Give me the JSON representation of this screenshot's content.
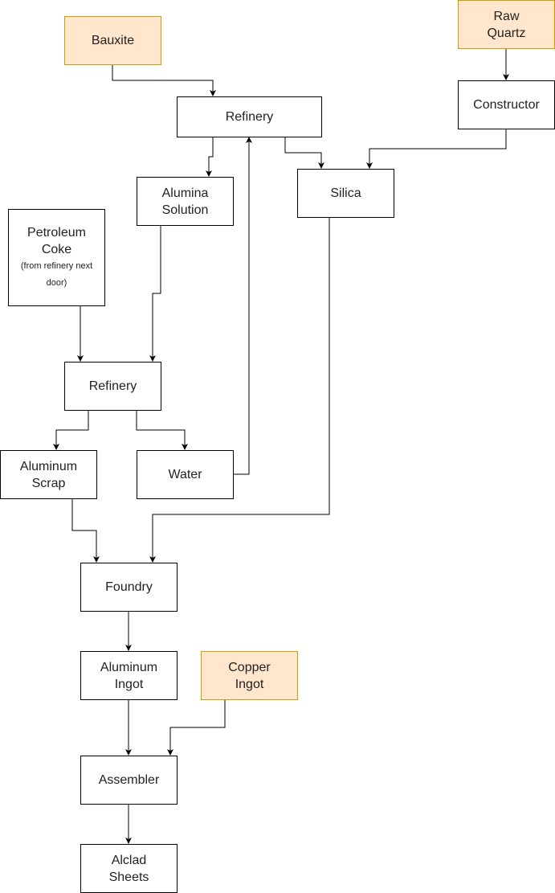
{
  "diagram": {
    "title": "",
    "colors": {
      "raw_fill": "#ffe6cc",
      "raw_stroke": "#d79b00",
      "node_stroke": "#000000"
    },
    "nodes": [
      {
        "id": "bauxite",
        "lines": [
          "Bauxite"
        ],
        "kind": "raw"
      },
      {
        "id": "raw-quartz",
        "lines": [
          "Raw",
          "Quartz"
        ],
        "kind": "raw"
      },
      {
        "id": "refinery-1",
        "lines": [
          "Refinery"
        ],
        "kind": "machine"
      },
      {
        "id": "constructor",
        "lines": [
          "Constructor"
        ],
        "kind": "machine"
      },
      {
        "id": "alumina-solution",
        "lines": [
          "Alumina",
          "Solution"
        ],
        "kind": "item"
      },
      {
        "id": "silica",
        "lines": [
          "Silica"
        ],
        "kind": "item"
      },
      {
        "id": "petroleum-coke",
        "lines": [
          "Petroleum",
          "Coke"
        ],
        "note": [
          "(from refinery next",
          "door)"
        ],
        "kind": "item"
      },
      {
        "id": "refinery-2",
        "lines": [
          "Refinery"
        ],
        "kind": "machine"
      },
      {
        "id": "aluminum-scrap",
        "lines": [
          "Aluminum",
          "Scrap"
        ],
        "kind": "item"
      },
      {
        "id": "water",
        "lines": [
          "Water"
        ],
        "kind": "item"
      },
      {
        "id": "foundry",
        "lines": [
          "Foundry"
        ],
        "kind": "machine"
      },
      {
        "id": "aluminum-ingot",
        "lines": [
          "Aluminum",
          "Ingot"
        ],
        "kind": "item"
      },
      {
        "id": "copper-ingot",
        "lines": [
          "Copper",
          "Ingot"
        ],
        "kind": "raw"
      },
      {
        "id": "assembler",
        "lines": [
          "Assembler"
        ],
        "kind": "machine"
      },
      {
        "id": "alclad-sheets",
        "lines": [
          "Alclad",
          "Sheets"
        ],
        "kind": "item"
      }
    ],
    "edges": [
      {
        "from": "bauxite",
        "to": "refinery-1"
      },
      {
        "from": "raw-quartz",
        "to": "constructor"
      },
      {
        "from": "refinery-1",
        "to": "alumina-solution"
      },
      {
        "from": "refinery-1",
        "to": "silica"
      },
      {
        "from": "constructor",
        "to": "silica"
      },
      {
        "from": "alumina-solution",
        "to": "refinery-2"
      },
      {
        "from": "petroleum-coke",
        "to": "refinery-2"
      },
      {
        "from": "refinery-2",
        "to": "aluminum-scrap"
      },
      {
        "from": "refinery-2",
        "to": "water"
      },
      {
        "from": "water",
        "to": "refinery-1"
      },
      {
        "from": "aluminum-scrap",
        "to": "foundry"
      },
      {
        "from": "silica",
        "to": "foundry"
      },
      {
        "from": "foundry",
        "to": "aluminum-ingot"
      },
      {
        "from": "aluminum-ingot",
        "to": "assembler"
      },
      {
        "from": "copper-ingot",
        "to": "assembler"
      },
      {
        "from": "assembler",
        "to": "alclad-sheets"
      }
    ]
  }
}
